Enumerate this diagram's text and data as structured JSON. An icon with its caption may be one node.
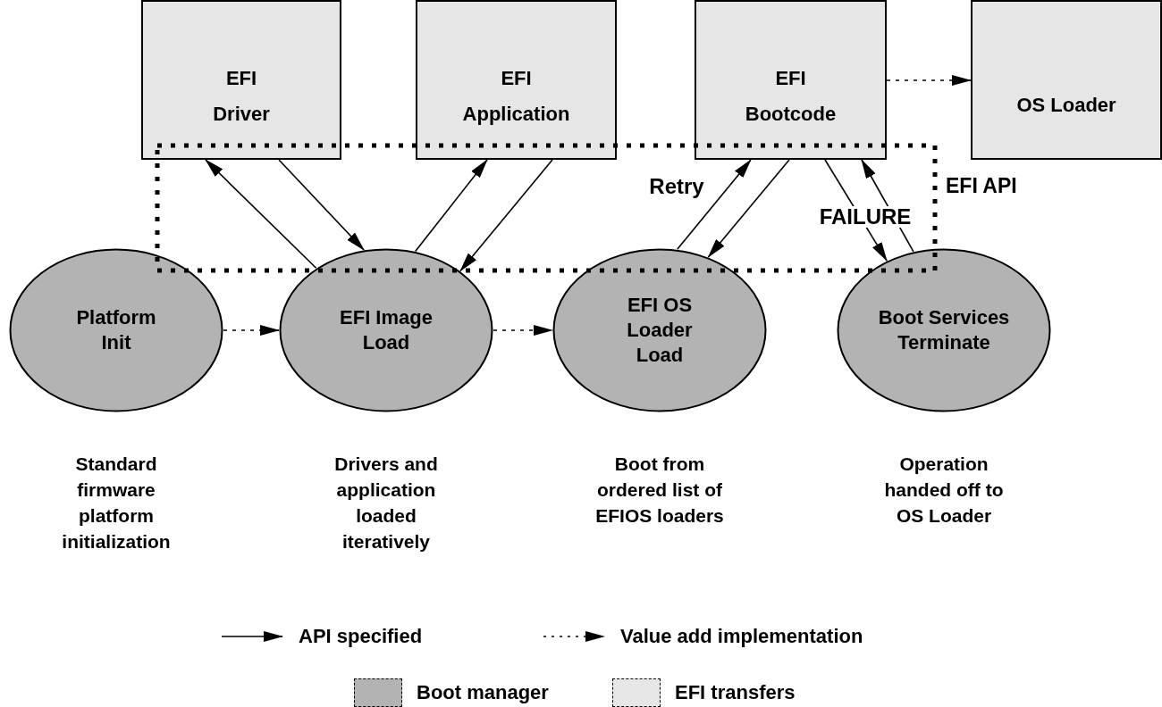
{
  "diagram": {
    "nodes": [
      {
        "text": [
          "EFI Driver"
        ]
      },
      {
        "text": [
          "EFI Application"
        ]
      },
      {
        "text": [
          "EFI Bootcode"
        ]
      },
      {
        "text": [
          "OS Loader"
        ]
      },
      {
        "text": [
          "Platform Init"
        ],
        "beside": [
          "Standard firmware platform initialization"
        ]
      },
      {
        "text": [
          "EFI Image Load"
        ],
        "beside": [
          "Drivers and application loaded iteratively"
        ]
      },
      {
        "text": [
          "EFI OS Loader Load"
        ],
        "beside": [
          "Boot from ordered list of EFIOS loaders"
        ]
      },
      {
        "text": [
          "Boot Services Terminate"
        ],
        "beside": [
          "Operation handed off to OS Loader"
        ]
      }
    ],
    "edges": [
      {
        "from": 4,
        "to": 5,
        "arrow": "to",
        "style": "dashed"
      },
      {
        "from": 5,
        "to": 6,
        "arrow": "to",
        "style": "dashed"
      },
      {
        "from": 2,
        "to": 3,
        "arrow": "to",
        "style": "dashed"
      },
      {
        "from": 5,
        "to": 0,
        "arrow": "to"
      },
      {
        "from": 0,
        "to": 5,
        "arrow": "to"
      },
      {
        "from": 5,
        "to": 1,
        "arrow": "to"
      },
      {
        "from": 1,
        "to": 5,
        "arrow": "to"
      },
      {
        "from": 6,
        "to": 2,
        "arrow": "to",
        "label": "Retry"
      },
      {
        "from": 2,
        "to": 6,
        "arrow": "to"
      },
      {
        "from": 2,
        "to": 7,
        "arrow": "to",
        "label": "FAILURE"
      },
      {
        "from": 7,
        "to": 2,
        "arrow": "to"
      }
    ],
    "labels": [
      "EFI API"
    ],
    "legend": [
      {
        "text": "API specified"
      },
      {
        "text": "Value add implementation"
      },
      {
        "text": "Boot manager",
        "color": "#b3b3b3"
      },
      {
        "text": "EFI transfers",
        "color": "#e6e6e6"
      }
    ]
  }
}
